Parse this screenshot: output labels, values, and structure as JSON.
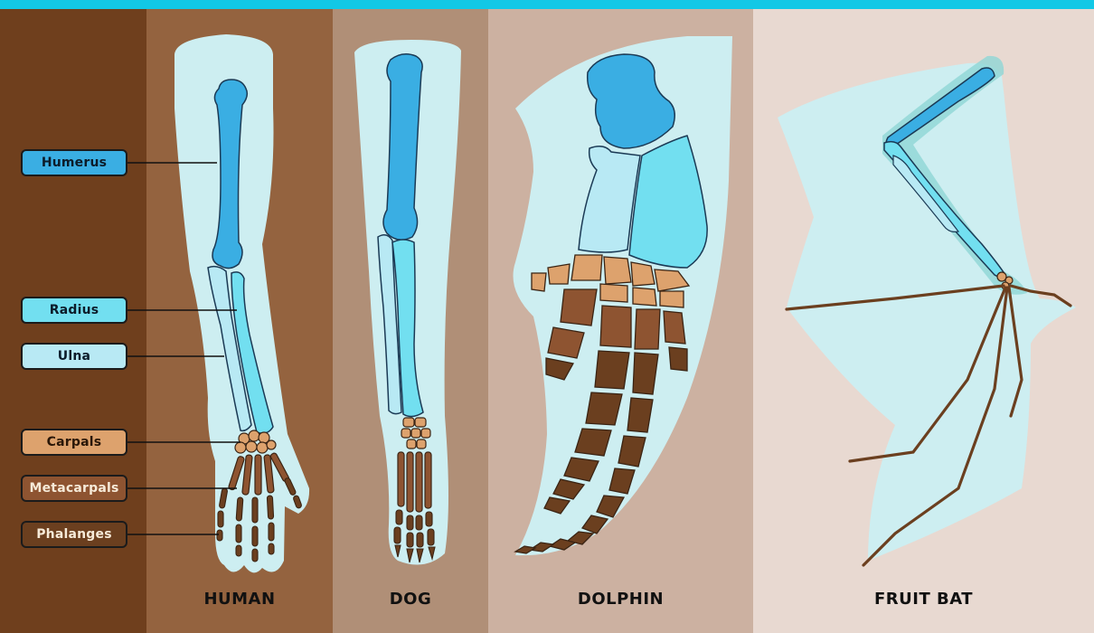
{
  "legend": {
    "humerus": "Humerus",
    "radius": "Radius",
    "ulna": "Ulna",
    "carpals": "Carpals",
    "metacarpals": "Metacarpals",
    "phalanges": "Phalanges"
  },
  "species": {
    "human": "HUMAN",
    "dog": "DOG",
    "dolphin": "DOLPHIN",
    "bat": "FRUIT BAT"
  },
  "colors": {
    "humerus": "#3aaee3",
    "radius": "#72dff0",
    "ulna": "#b8e9f4",
    "carpals": "#dda26d",
    "metacarpals": "#8e5431",
    "phalanges": "#6b3f1f",
    "skin": "#cdeef1",
    "accent_bar": "#12c8e6"
  }
}
